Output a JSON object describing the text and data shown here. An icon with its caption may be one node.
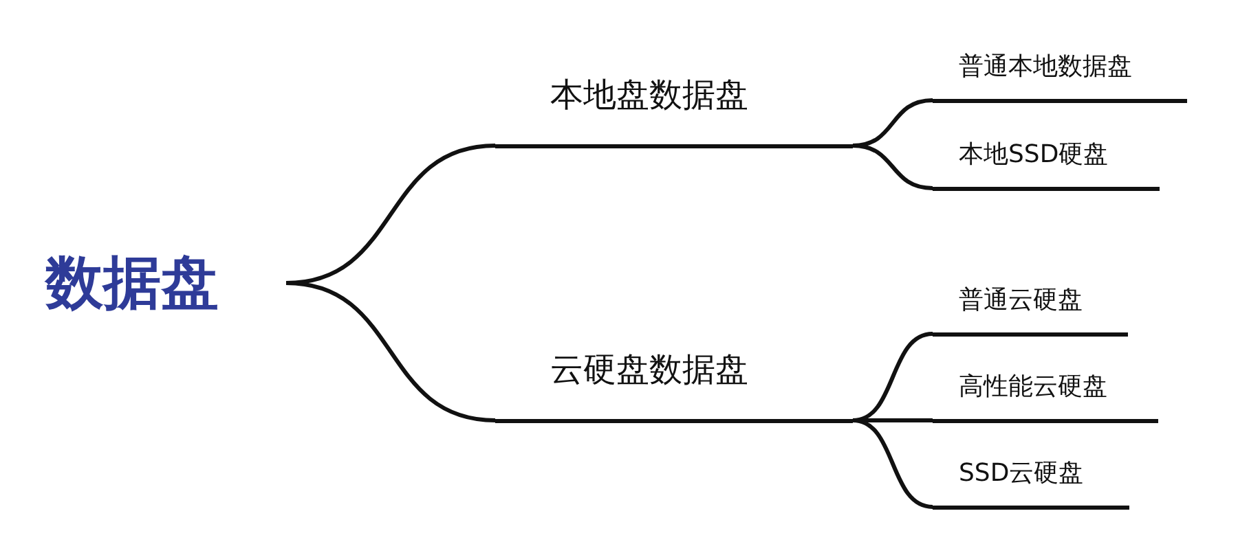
{
  "diagram": {
    "nodes": [
      {
        "text": [
          "数据盘"
        ]
      },
      {
        "text": [
          "本地盘数据盘"
        ]
      },
      {
        "text": [
          "云硬盘数据盘"
        ]
      },
      {
        "text": [
          "普通本地数据盘"
        ]
      },
      {
        "text": [
          "本地SSD硬盘"
        ]
      },
      {
        "text": [
          "普通云硬盘"
        ]
      },
      {
        "text": [
          "高性能云硬盘"
        ]
      },
      {
        "text": [
          "SSD云硬盘"
        ]
      }
    ],
    "edges": [
      {
        "from": 0,
        "to": 1,
        "arrow": "none"
      },
      {
        "from": 0,
        "to": 2,
        "arrow": "none"
      },
      {
        "from": 1,
        "to": 3,
        "arrow": "none"
      },
      {
        "from": 1,
        "to": 4,
        "arrow": "none"
      },
      {
        "from": 2,
        "to": 5,
        "arrow": "none"
      },
      {
        "from": 2,
        "to": 6,
        "arrow": "none"
      },
      {
        "from": 2,
        "to": 7,
        "arrow": "none"
      }
    ]
  }
}
